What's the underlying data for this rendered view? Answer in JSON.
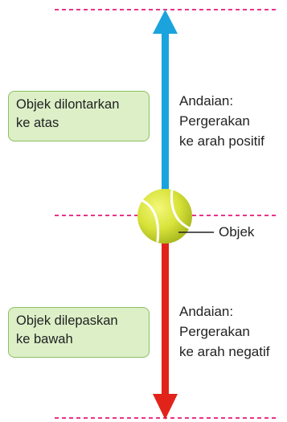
{
  "colors": {
    "dashed_line": "#e8338a",
    "arrow_up": "#1aa3dc",
    "arrow_down": "#e2231a",
    "box_fill": "#dcefc7",
    "box_border": "#8cc063",
    "ball": "#d8e33a"
  },
  "labels": {
    "up_box": [
      "Objek dilontarkan",
      "ke atas"
    ],
    "down_box": [
      "Objek dilepaskan",
      "ke bawah"
    ],
    "up_caption": [
      "Andaian:",
      "Pergerakan",
      "ke arah positif"
    ],
    "down_caption": [
      "Andaian:",
      "Pergerakan",
      "ke arah negatif"
    ],
    "object": "Objek"
  },
  "icons": {
    "ball": "tennis-ball-icon"
  }
}
